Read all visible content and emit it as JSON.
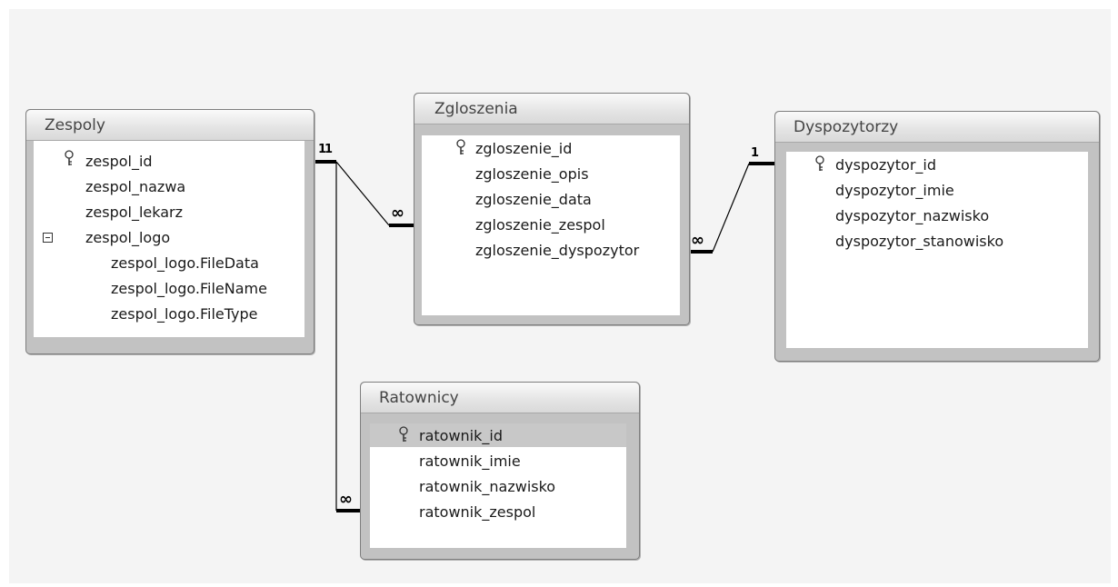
{
  "tables": {
    "zespoly": {
      "title": "Zespoly",
      "fields": [
        "zespol_id",
        "zespol_nazwa",
        "zespol_lekarz",
        "zespol_logo",
        "zespol_logo.FileData",
        "zespol_logo.FileName",
        "zespol_logo.FileType"
      ],
      "primary_key": "zespol_id"
    },
    "zgloszenia": {
      "title": "Zgloszenia",
      "fields": [
        "zgloszenie_id",
        "zgloszenie_opis",
        "zgloszenie_data",
        "zgloszenie_zespol",
        "zgloszenie_dyspozytor"
      ],
      "primary_key": "zgloszenie_id"
    },
    "dyspozytorzy": {
      "title": "Dyspozytorzy",
      "fields": [
        "dyspozytor_id",
        "dyspozytor_imie",
        "dyspozytor_nazwisko",
        "dyspozytor_stanowisko"
      ],
      "primary_key": "dyspozytor_id"
    },
    "ratownicy": {
      "title": "Ratownicy",
      "fields": [
        "ratownik_id",
        "ratownik_imie",
        "ratownik_nazwisko",
        "ratownik_zespol"
      ],
      "primary_key": "ratownik_id",
      "selected_field": "ratownik_id"
    }
  },
  "relationships": [
    {
      "from": "zespoly.zespol_id",
      "to": "zgloszenia.zgloszenie_zespol",
      "from_label": "1",
      "to_label": "∞"
    },
    {
      "from": "zespoly.zespol_id",
      "to": "ratownicy.ratownik_zespol",
      "from_label": "1",
      "to_label": "∞"
    },
    {
      "from": "dyspozytorzy.dyspozytor_id",
      "to": "zgloszenia.zgloszenie_dyspozytor",
      "from_label": "1",
      "to_label": "∞"
    }
  ],
  "icons": {
    "primary_key": "key-icon",
    "collapse": "minus-box-icon"
  },
  "colors": {
    "canvas": "#f4f4f4",
    "table_frame": "#c2c2c2",
    "selected_row": "#c8c8c8"
  }
}
